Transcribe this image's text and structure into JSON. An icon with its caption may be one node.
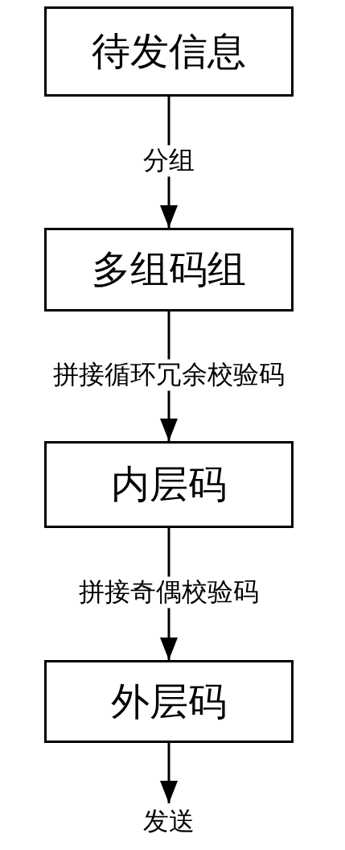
{
  "diagram": {
    "nodes": [
      {
        "text": [
          "待发信息"
        ]
      },
      {
        "text": [
          "多组码组"
        ]
      },
      {
        "text": [
          "内层码"
        ]
      },
      {
        "text": [
          "外层码"
        ]
      },
      {
        "text": [
          "发送"
        ]
      }
    ],
    "edges": [
      {
        "from": 0,
        "to": 1,
        "arrow": "to",
        "label": "分组"
      },
      {
        "from": 1,
        "to": 2,
        "arrow": "to",
        "label": "拼接循环冗余校验码"
      },
      {
        "from": 2,
        "to": 3,
        "arrow": "to",
        "label": "拼接奇偶校验码"
      },
      {
        "from": 3,
        "to": 4,
        "arrow": "to"
      }
    ]
  }
}
